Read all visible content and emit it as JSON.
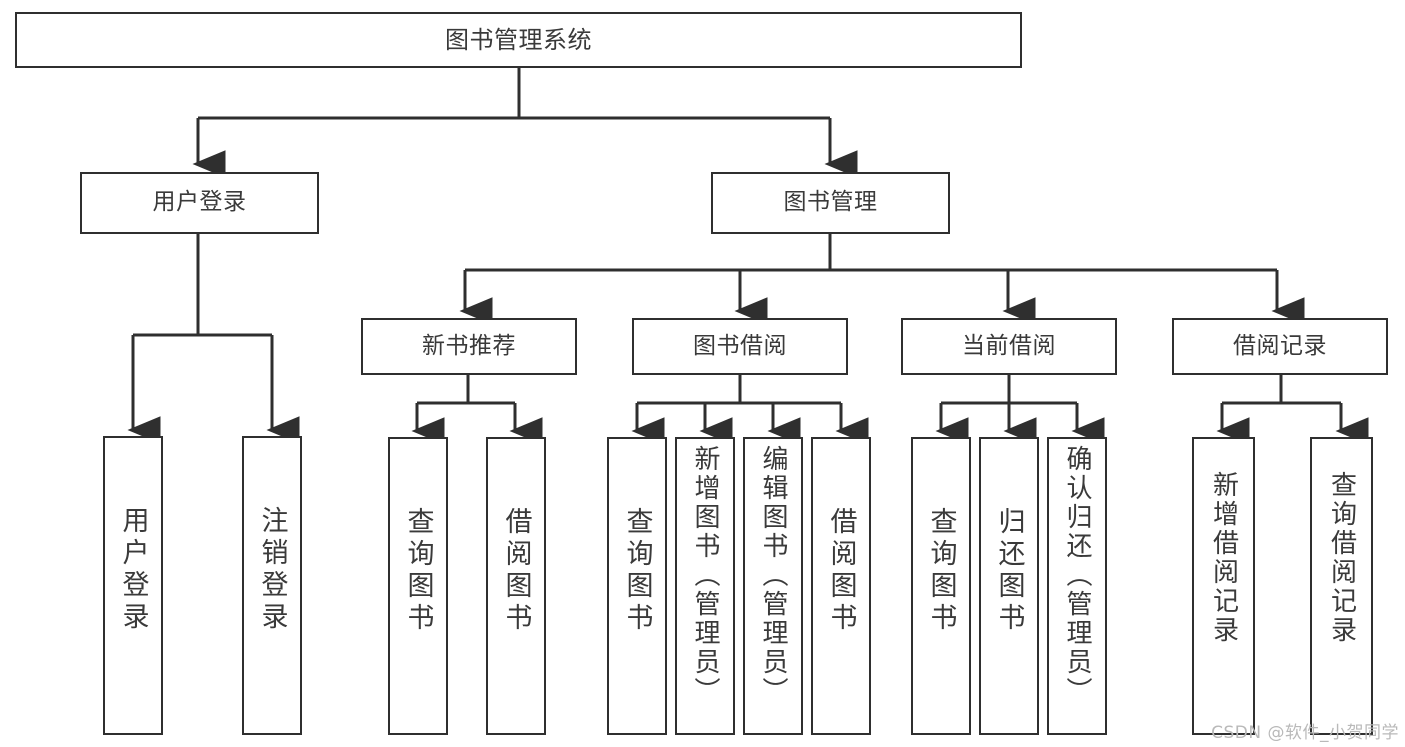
{
  "diagram": {
    "type": "tree",
    "title": "图书管理系统",
    "root": {
      "label": "图书管理系统"
    },
    "level2": [
      {
        "label": "用户登录"
      },
      {
        "label": "图书管理"
      }
    ],
    "level3": [
      {
        "label": "新书推荐"
      },
      {
        "label": "图书借阅"
      },
      {
        "label": "当前借阅"
      },
      {
        "label": "借阅记录"
      }
    ],
    "leaves": {
      "user_login": [
        {
          "label": "用户登录"
        },
        {
          "label": "注销登录"
        }
      ],
      "new_book_recommend": [
        {
          "label": "查询图书"
        },
        {
          "label": "借阅图书"
        }
      ],
      "book_borrow": [
        {
          "label": "查询图书"
        },
        {
          "label": "新增图书（管理员）"
        },
        {
          "label": "编辑图书（管理员）"
        },
        {
          "label": "借阅图书"
        }
      ],
      "current_borrow": [
        {
          "label": "查询图书"
        },
        {
          "label": "归还图书"
        },
        {
          "label": "确认归还（管理员）"
        }
      ],
      "borrow_records": [
        {
          "label": "新增借阅记录"
        },
        {
          "label": "查询借阅记录"
        }
      ]
    }
  },
  "watermark": {
    "text": "CSDN @软件_小贺同学"
  },
  "colors": {
    "background": "#ffffff",
    "box_border": "#2f2f2f",
    "box_fill": "#ffffff",
    "text": "#3a3a3a",
    "connector": "#2f2f2f",
    "watermark": "#b9b9b9"
  }
}
